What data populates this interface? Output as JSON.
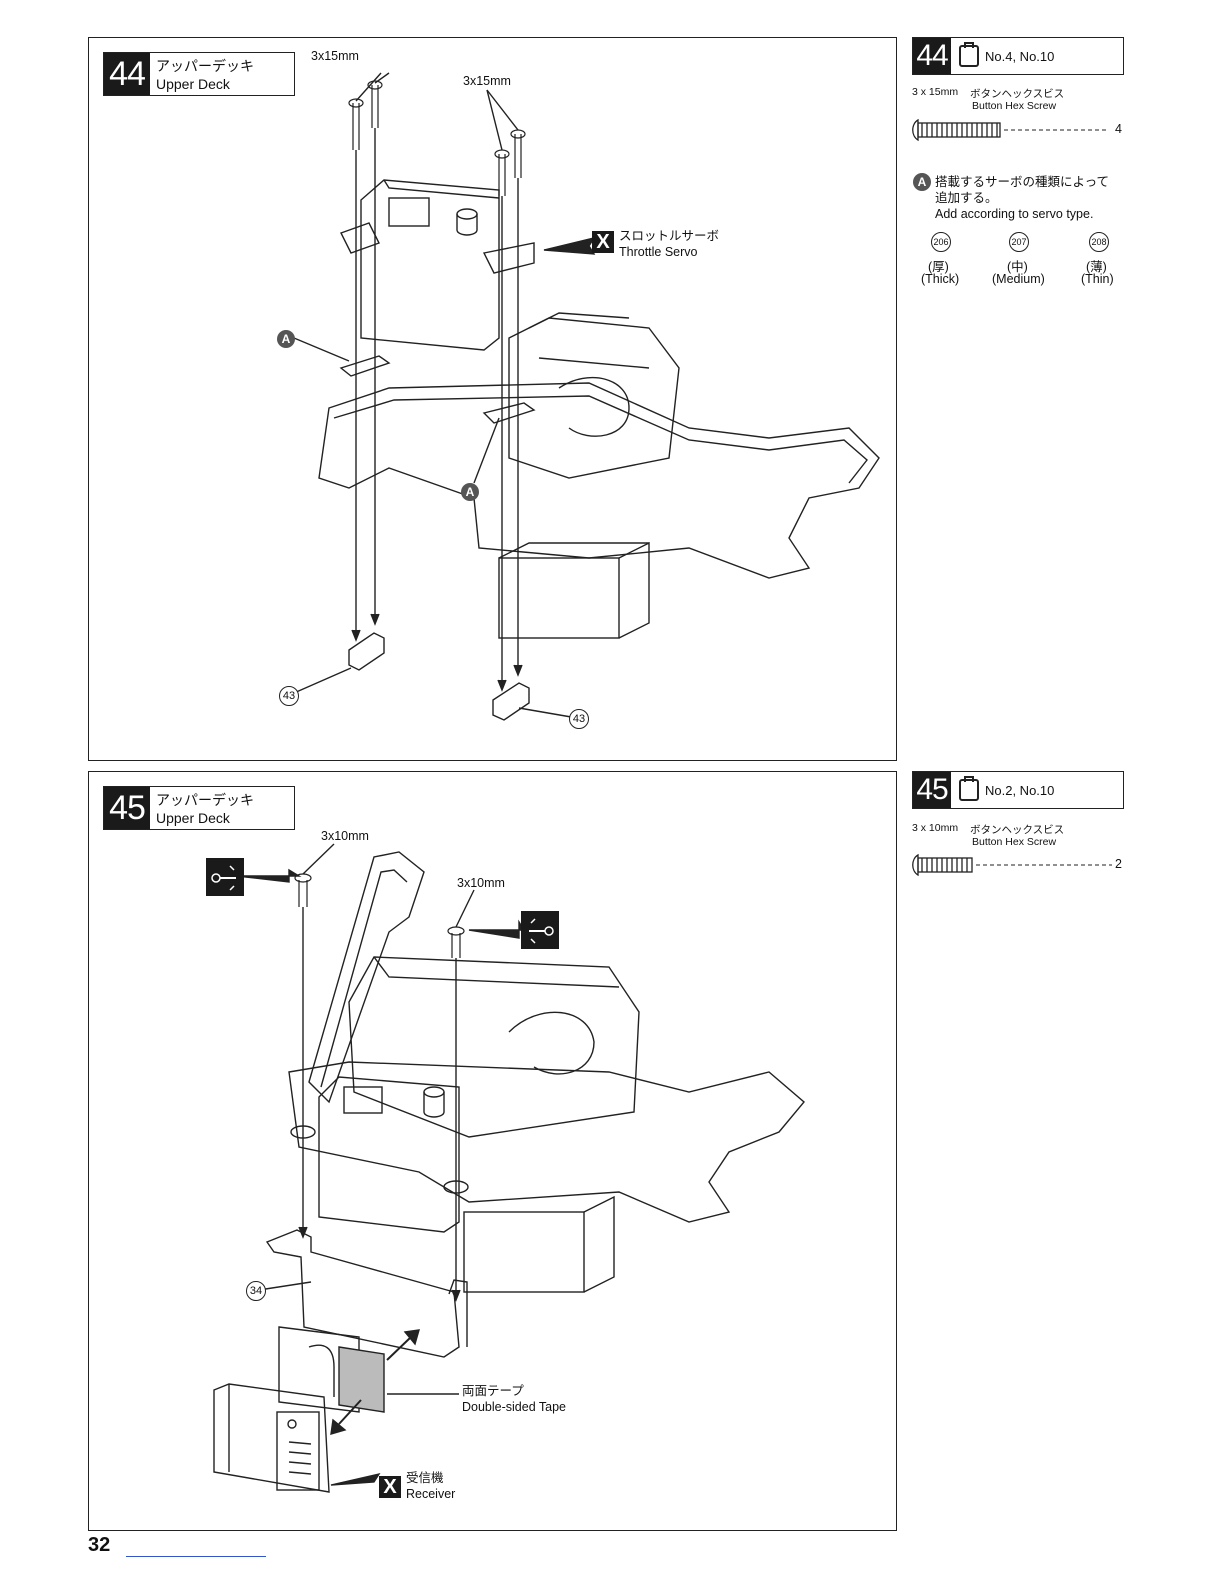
{
  "step44": {
    "number": "44",
    "title_jp": "アッパーデッキ",
    "title_en": "Upper Deck",
    "screw_label_1": "3x15mm",
    "screw_label_2": "3x15mm",
    "part_x_jp": "スロットルサーボ",
    "part_x_en": "Throttle Servo",
    "x_mark": "X",
    "marker_a": "A",
    "part_43": "43",
    "side": {
      "bag": "No.4, No.10",
      "screw_size": "3 x 15mm",
      "screw_jp": "ボタンヘックスビス",
      "screw_en": "Button Hex Screw",
      "qty": "4",
      "note_marker": "A",
      "note_jp_1": "搭載するサーボの種類によって",
      "note_jp_2": "追加する。",
      "note_en": "Add according to servo type.",
      "spacers": [
        {
          "num": "206",
          "jp": "(厚)",
          "en": "(Thick)"
        },
        {
          "num": "207",
          "jp": "(中)",
          "en": "(Medium)"
        },
        {
          "num": "208",
          "jp": "(薄)",
          "en": "(Thin)"
        }
      ]
    }
  },
  "step45": {
    "number": "45",
    "title_jp": "アッパーデッキ",
    "title_en": "Upper Deck",
    "screw_label_1": "3x10mm",
    "screw_label_2": "3x10mm",
    "tape_jp": "両面テープ",
    "tape_en": "Double-sided Tape",
    "part_x_jp": "受信機",
    "part_x_en": "Receiver",
    "x_mark": "X",
    "part_34": "34",
    "side": {
      "bag": "No.2, No.10",
      "screw_size": "3 x 10mm",
      "screw_jp": "ボタンヘックスビス",
      "screw_en": "Button Hex Screw",
      "qty": "2"
    }
  },
  "page_number": "32"
}
